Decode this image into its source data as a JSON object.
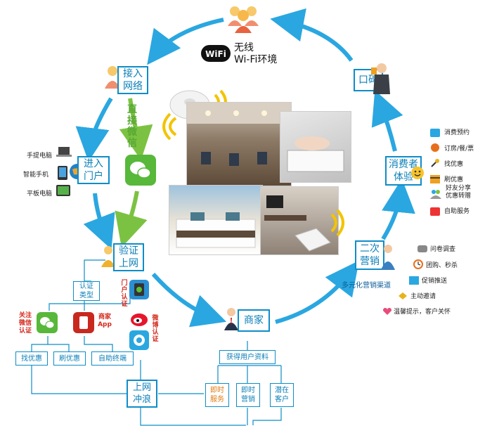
{
  "wifi": {
    "badge": "WiFi",
    "title_line1": "无线",
    "title_line2": "Wi-Fi环境"
  },
  "nodes": {
    "access": "接入\n网络",
    "portal": "进入\n门户",
    "direct_wechat": "直接微信",
    "verify": "验证\n上网",
    "merchant": "商家",
    "reputation": "口碑",
    "experience": "消费者\n体验",
    "remarketing": "二次\n营销"
  },
  "devices": [
    "手提电脑",
    "智能手机",
    "平板电脑"
  ],
  "auth": {
    "type": "认证\n类型",
    "wechat_follow": "关注\n微信\n认证",
    "merchant_app": "商家\nApp",
    "portal_auth": "门户认证",
    "weibo_auth": "微博认证",
    "find_deal": "找优惠",
    "swipe_deal": "刷优惠",
    "self_terminal": "自助终端",
    "surf": "上网\n冲浪"
  },
  "merchant_flow": {
    "get_data": "获得用户资料",
    "instant_service": "即时\n服务",
    "instant_marketing": "即时\n营销",
    "potential": "潜在\n客户"
  },
  "multi_channel": "多元化营销渠道",
  "remarketing_items": [
    "问卷调查",
    "团购、秒杀",
    "促销推送",
    "主动邀请",
    "温馨提示，客户关怀"
  ],
  "experience_items": [
    "消费预约",
    "订房/餐/票",
    "找优惠",
    "刷优惠",
    "好友分享\n优惠转赠",
    "自助服务"
  ]
}
